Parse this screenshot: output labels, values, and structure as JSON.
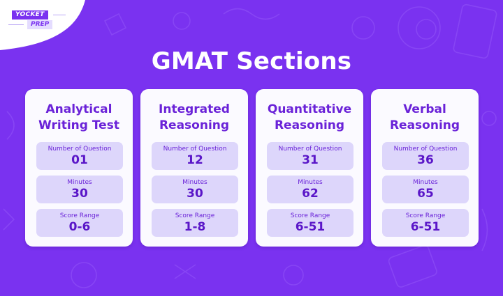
{
  "brand": {
    "logo_top": "YOCKET",
    "logo_bottom": "PREP"
  },
  "colors": {
    "background": "#7a32f0",
    "card": "#fbfaff",
    "stat_box": "#ddd6fb",
    "accent_text": "#6a22d8",
    "title_text": "#ffffff"
  },
  "header": {
    "title": "GMAT Sections"
  },
  "sections": [
    {
      "name_line1": "Analytical",
      "name_line2": "Writing Test",
      "stats": [
        {
          "label": "Number of Question",
          "value": "01"
        },
        {
          "label": "Minutes",
          "value": "30"
        },
        {
          "label": "Score Range",
          "value": "0-6"
        }
      ]
    },
    {
      "name_line1": "Integrated",
      "name_line2": "Reasoning",
      "stats": [
        {
          "label": "Number of Question",
          "value": "12"
        },
        {
          "label": "Minutes",
          "value": "30"
        },
        {
          "label": "Score Range",
          "value": "1-8"
        }
      ]
    },
    {
      "name_line1": "Quantitative",
      "name_line2": "Reasoning",
      "stats": [
        {
          "label": "Number of Question",
          "value": "31"
        },
        {
          "label": "Minutes",
          "value": "62"
        },
        {
          "label": "Score Range",
          "value": "6-51"
        }
      ]
    },
    {
      "name_line1": "Verbal",
      "name_line2": "Reasoning",
      "stats": [
        {
          "label": "Number of Question",
          "value": "36"
        },
        {
          "label": "Minutes",
          "value": "65"
        },
        {
          "label": "Score Range",
          "value": "6-51"
        }
      ]
    }
  ]
}
